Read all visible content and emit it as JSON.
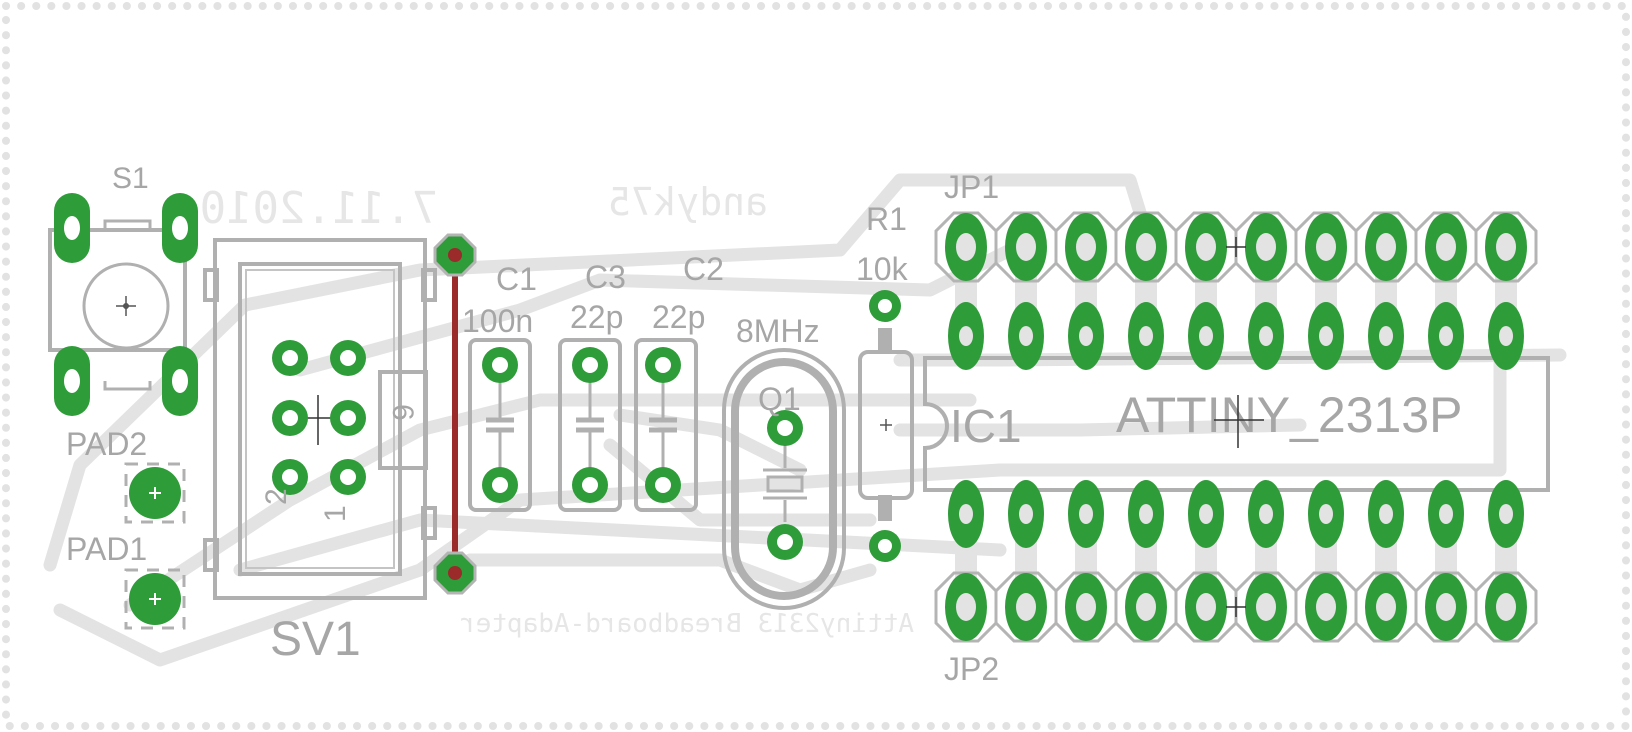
{
  "board": {
    "author_text": "andyk75",
    "date_text": "7.11.2010",
    "title_text": "Attiny2313 Breadboard-Adapter"
  },
  "parts": {
    "s1": {
      "name": "S1"
    },
    "sv1": {
      "name": "SV1",
      "pin_top": "6",
      "pin_left": "2",
      "pin_right": "1"
    },
    "pad1": {
      "name": "PAD1"
    },
    "pad2": {
      "name": "PAD2"
    },
    "c1": {
      "name": "C1",
      "value": "100n"
    },
    "c3": {
      "name": "C3",
      "value": "22p"
    },
    "c2": {
      "name": "C2",
      "value": "22p"
    },
    "q1": {
      "name": "Q1",
      "value": "8MHz"
    },
    "r1": {
      "name": "R1",
      "value": "10k"
    },
    "ic1": {
      "name": "IC1",
      "value": "ATTINY_2313P"
    },
    "jp1": {
      "name": "JP1"
    },
    "jp2": {
      "name": "JP2"
    }
  },
  "colors": {
    "pad": "#2f9c3a",
    "outline": "#b0b0b0",
    "wire": "#e3e3e3",
    "jumper": "#9b2a2a",
    "border": "#e2e2e2"
  }
}
